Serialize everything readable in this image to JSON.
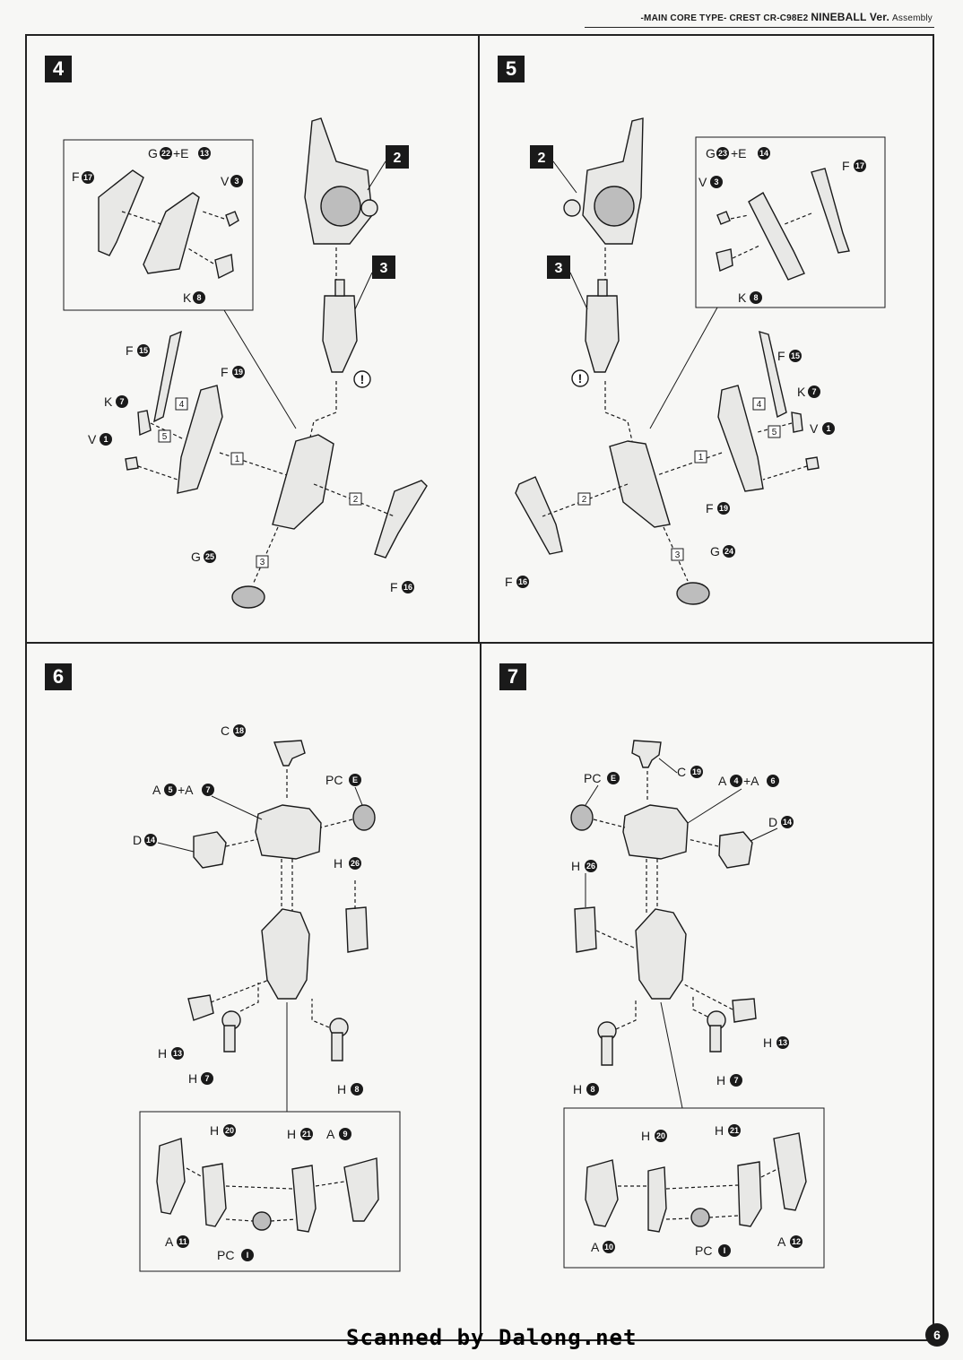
{
  "header": {
    "series": "-MAIN CORE TYPE- CREST",
    "model": "CR-C98E2",
    "name": "NINEBALL Ver.",
    "section": "Assembly"
  },
  "steps": [
    {
      "number": "4"
    },
    {
      "number": "5"
    },
    {
      "number": "6"
    },
    {
      "number": "7"
    }
  ],
  "labels4": [
    "G",
    "+E",
    "F",
    "V",
    "K",
    "F",
    "K",
    "F",
    "V",
    "G",
    "F"
  ],
  "nums4": [
    "22",
    "13",
    "17",
    "3",
    "8",
    "15",
    "7",
    "19",
    "1",
    "25",
    "16"
  ],
  "labels5": [
    "G",
    "+E",
    "F",
    "V",
    "K",
    "F",
    "K",
    "V",
    "F",
    "F",
    "G"
  ],
  "nums5": [
    "23",
    "14",
    "17",
    "3",
    "8",
    "15",
    "7",
    "1",
    "19",
    "16",
    "24"
  ],
  "labels6": [
    "C",
    "A",
    "+A",
    "PC",
    "D",
    "H",
    "H",
    "H",
    "H",
    "H",
    "H",
    "A",
    "A",
    "PC"
  ],
  "nums6": [
    "18",
    "5",
    "7",
    "E",
    "14",
    "26",
    "13",
    "7",
    "8",
    "20",
    "21",
    "9",
    "11",
    "I"
  ],
  "labels7": [
    "PC",
    "C",
    "A",
    "+A",
    "D",
    "H",
    "H",
    "H",
    "H",
    "H",
    "H",
    "A",
    "PC",
    "A"
  ],
  "nums7": [
    "E",
    "19",
    "4",
    "6",
    "14",
    "26",
    "13",
    "8",
    "7",
    "20",
    "21",
    "10",
    "I",
    "12"
  ],
  "sub_steps": [
    "1",
    "2",
    "3",
    "4",
    "5"
  ],
  "callouts": [
    "2",
    "3"
  ],
  "caution": "!",
  "footer": {
    "credit": "Scanned by Dalong.net",
    "page": "6"
  }
}
